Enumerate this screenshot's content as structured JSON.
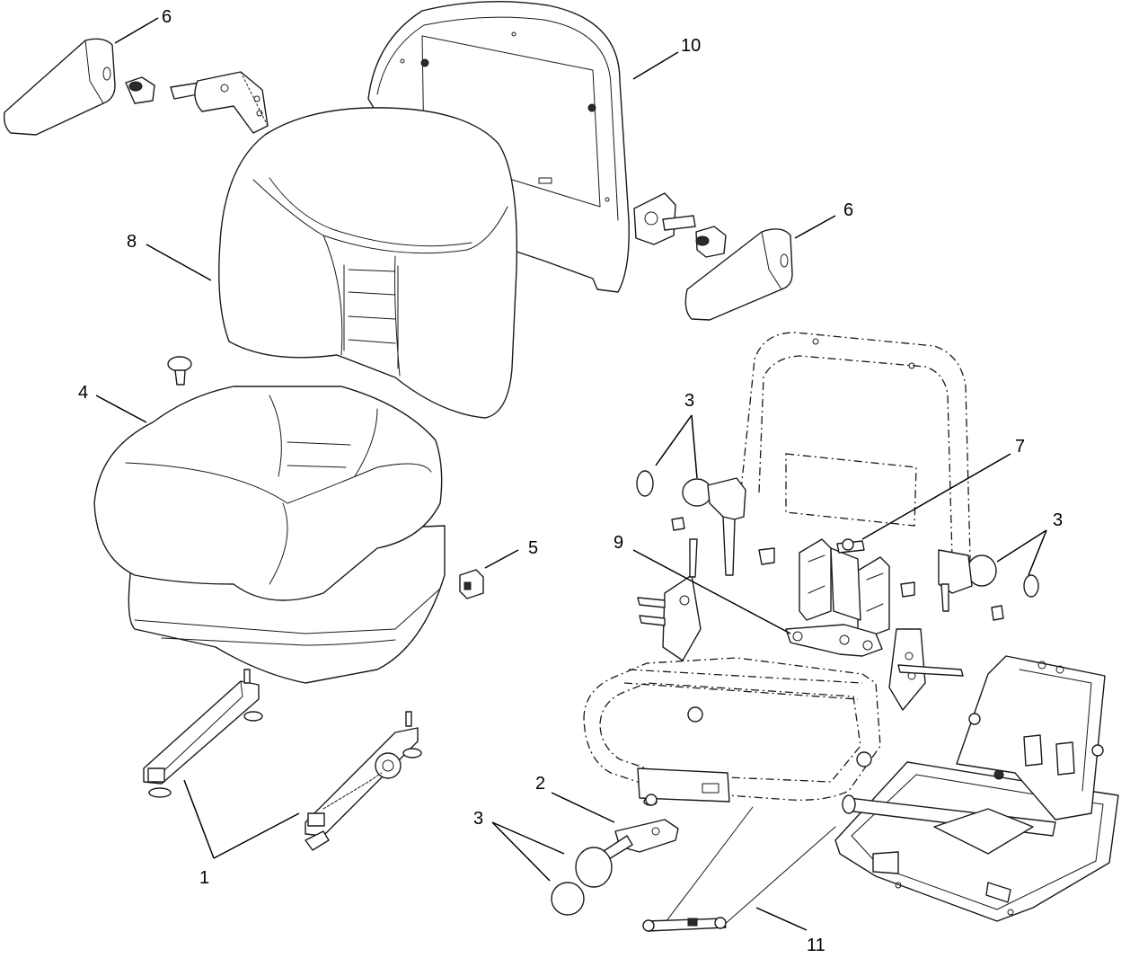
{
  "callouts": [
    {
      "id": "c1",
      "label": "1"
    },
    {
      "id": "c2",
      "label": "2"
    },
    {
      "id": "c3a",
      "label": "3"
    },
    {
      "id": "c3b",
      "label": "3"
    },
    {
      "id": "c3c",
      "label": "3"
    },
    {
      "id": "c4",
      "label": "4"
    },
    {
      "id": "c5",
      "label": "5"
    },
    {
      "id": "c6a",
      "label": "6"
    },
    {
      "id": "c6b",
      "label": "6"
    },
    {
      "id": "c7",
      "label": "7"
    },
    {
      "id": "c8",
      "label": "8"
    },
    {
      "id": "c9",
      "label": "9"
    },
    {
      "id": "c10",
      "label": "10"
    },
    {
      "id": "c11",
      "label": "11"
    }
  ]
}
